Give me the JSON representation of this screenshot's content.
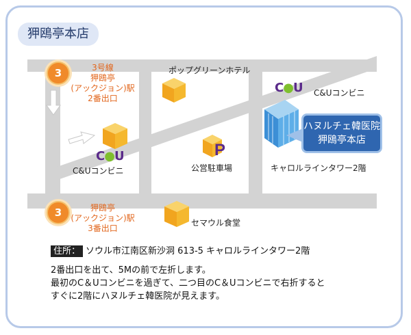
{
  "title": "狎鴎亭本店",
  "exit3": {
    "number": "3",
    "lines": [
      "3号線",
      "狎鴎亭",
      "(アックジョン)駅",
      "2番出口"
    ]
  },
  "exit3b": {
    "number": "3",
    "lines": [
      "狎鴎亭",
      "(アックジョン)駅",
      "3番出口"
    ]
  },
  "landmarks": {
    "hotel": "ポップグリーンホテル",
    "cu_top": "C&Uコンビニ",
    "cu_left": "C&Uコンビニ",
    "parking": "公営駐車場",
    "restaurant": "セマウル食堂",
    "tower": "キャロルラインタワー2階"
  },
  "callout": {
    "line1": "ハヌルチェ韓医院",
    "line2": "狎鴎亭本店"
  },
  "address": {
    "tag": "住所：",
    "text": "ソウル市江南区新沙洞 613-5 キャロルラインタワー2階"
  },
  "directions": [
    "2番出口を出て、5Mの前で左折します。",
    "最初のC＆Uコンビニを過ぎて、二つ目のC＆Uコンビニで右折すると",
    "すぐに2階にハヌルチェ韓医院が見えます。"
  ],
  "colors": {
    "road": "#d3d3d3",
    "accent": "#2f66b0",
    "orange": "#f08a2a",
    "box": "#f5b82e"
  },
  "icons": {
    "parking": "parking-icon",
    "cube": "cube-icon",
    "arrow": "arrow-icon"
  }
}
